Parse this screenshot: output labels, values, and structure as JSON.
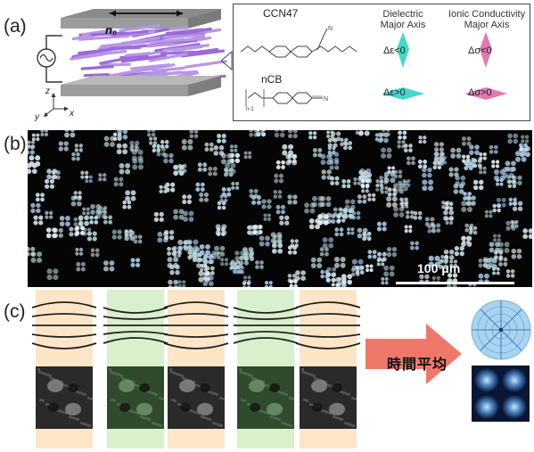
{
  "panel_a": {
    "label": "(a)",
    "director_label": "n₀",
    "axes": {
      "z": "z",
      "y": "y",
      "x": "x"
    },
    "molecules": [
      {
        "name": "CCN47",
        "substituent": ""
      },
      {
        "name": "nCB",
        "substituent": "n-1"
      }
    ],
    "columns": {
      "dielectric": [
        "Dielectric",
        "Major Axis"
      ],
      "ionic": [
        "Ionic Conductivity",
        "Major Axis"
      ]
    },
    "signs": {
      "ccn47_dielectric": "Δε<0",
      "ccn47_ionic": "Δσ<0",
      "ncb_dielectric": "Δε>0",
      "ncb_ionic": "Δσ>0"
    },
    "colors": {
      "dielectric": "#45d8c8",
      "ionic": "#e07ab0",
      "rods": "#9b6bd6"
    }
  },
  "panel_b": {
    "label": "(b)",
    "scale_bar": "100 μm"
  },
  "panel_c": {
    "label": "(c)",
    "time_average": "時間平均",
    "strip_colors": [
      "#fde5c8",
      "#d8f0cc"
    ],
    "arrow_color": "#f0786a"
  }
}
